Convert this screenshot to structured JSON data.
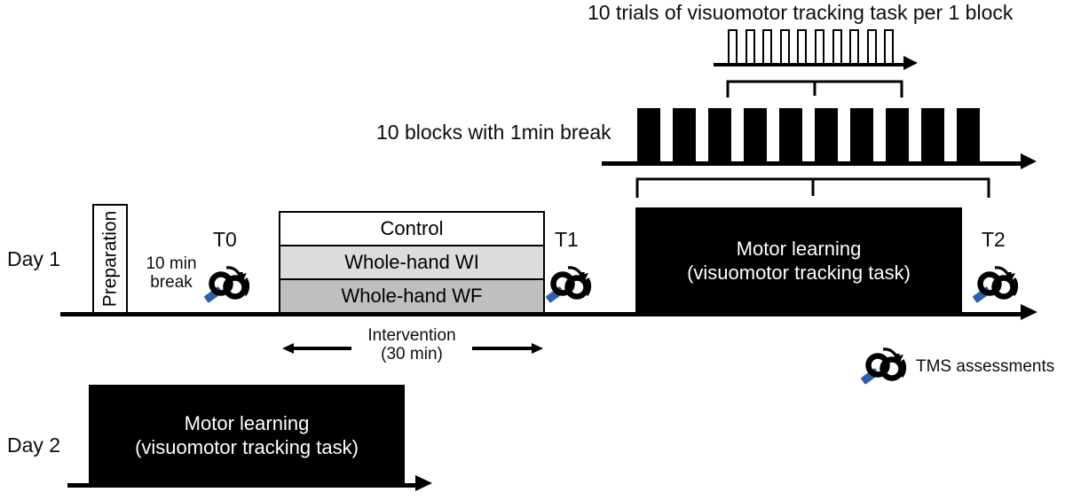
{
  "figure": {
    "title_top": "10 trials of visuomotor tracking task per 1 block",
    "blocks_label": "10 blocks with 1min break"
  },
  "colors": {
    "black": "#000000",
    "white": "#ffffff",
    "light_gray": "#dcdcdc",
    "medium_gray": "#bfbfbf",
    "coil_blue": "#2e5fa8"
  },
  "trials": {
    "count": 10,
    "style": "open-pulse"
  },
  "blocks": {
    "count": 10,
    "style": "filled-bar"
  },
  "day1": {
    "label": "Day 1",
    "preparation": "Preparation",
    "break_line1": "10 min",
    "break_line2": "break",
    "markers": [
      {
        "name": "T0",
        "label": "T0"
      },
      {
        "name": "T1",
        "label": "T1"
      },
      {
        "name": "T2",
        "label": "T2"
      }
    ],
    "intervention_rows": [
      {
        "label": "Control",
        "fill": "#ffffff"
      },
      {
        "label": "Whole-hand WI",
        "fill": "#dcdcdc"
      },
      {
        "label": "Whole-hand WF",
        "fill": "#bfbfbf"
      }
    ],
    "intervention_caption_line1": "Intervention",
    "intervention_caption_line2": "(30 min)",
    "motor_learning_line1": "Motor learning",
    "motor_learning_line2": "(visuomotor tracking task)"
  },
  "day2": {
    "label": "Day 2",
    "motor_learning_line1": "Motor learning",
    "motor_learning_line2": "(visuomotor tracking task)"
  },
  "legend": {
    "label": "TMS assessments",
    "icon": "tms-coil-icon"
  }
}
